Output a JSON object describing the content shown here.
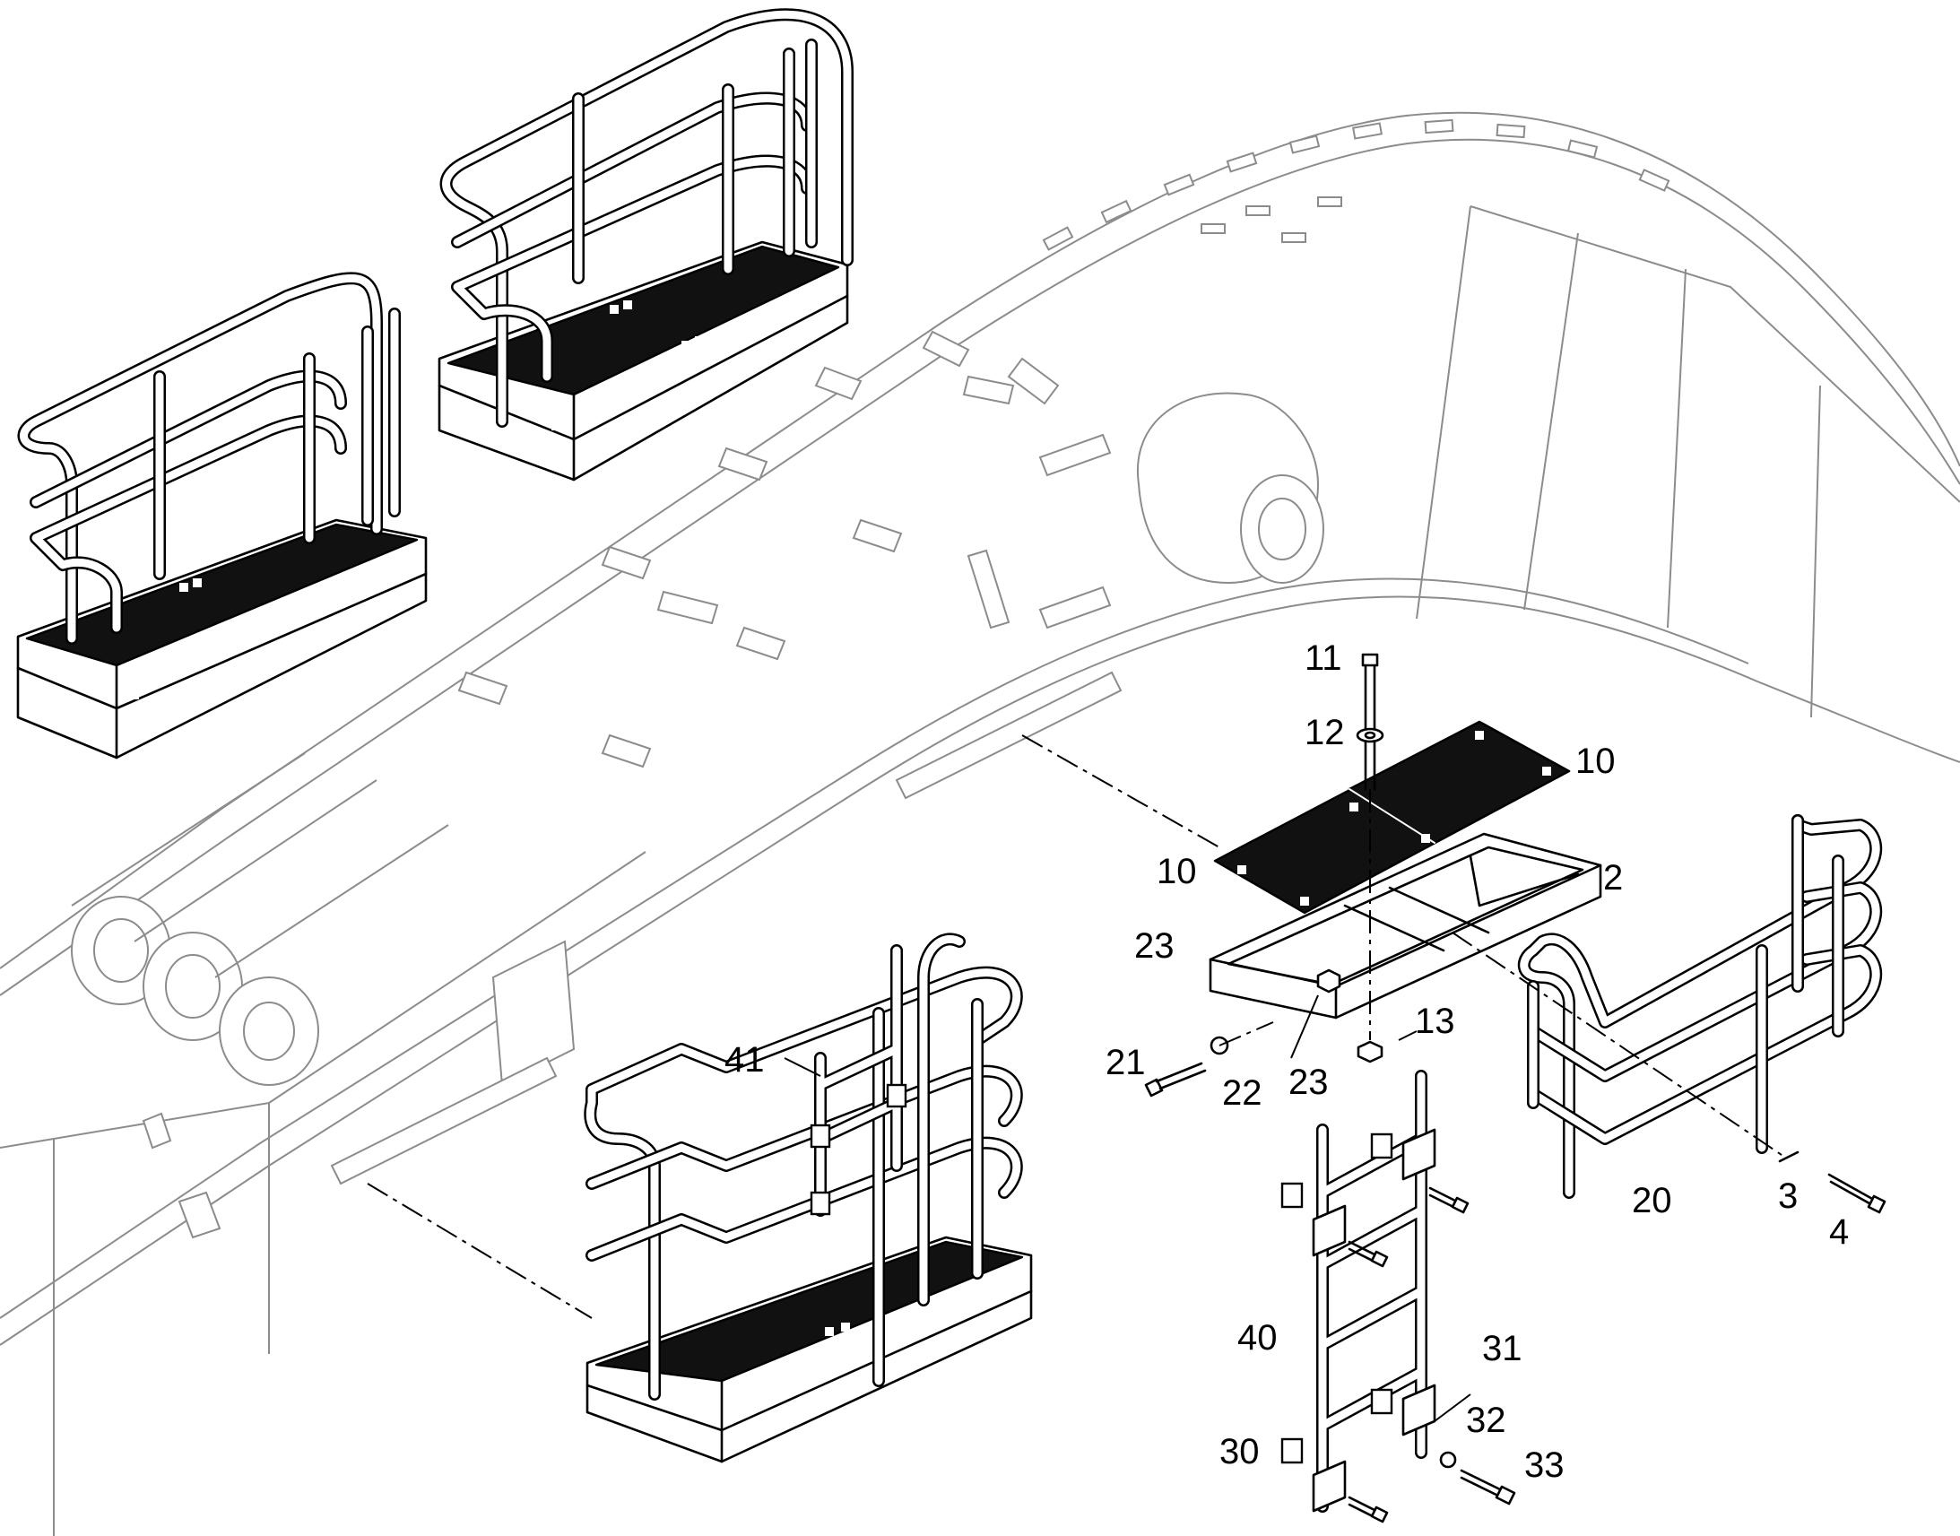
{
  "callouts": {
    "p11": "11",
    "p12": "12",
    "p10a": "10",
    "p10b": "10",
    "p2": "2",
    "p23a": "23",
    "p23b": "23",
    "p13": "13",
    "p21": "21",
    "p22": "22",
    "p41": "41",
    "p20": "20",
    "p3": "3",
    "p4": "4",
    "p40": "40",
    "p31": "31",
    "p32": "32",
    "p33": "33",
    "p30": "30"
  },
  "colors": {
    "ink": "#000000",
    "boom_outline": "#8c8c8c",
    "deck_plate": "#111111",
    "background": "#ffffff"
  }
}
